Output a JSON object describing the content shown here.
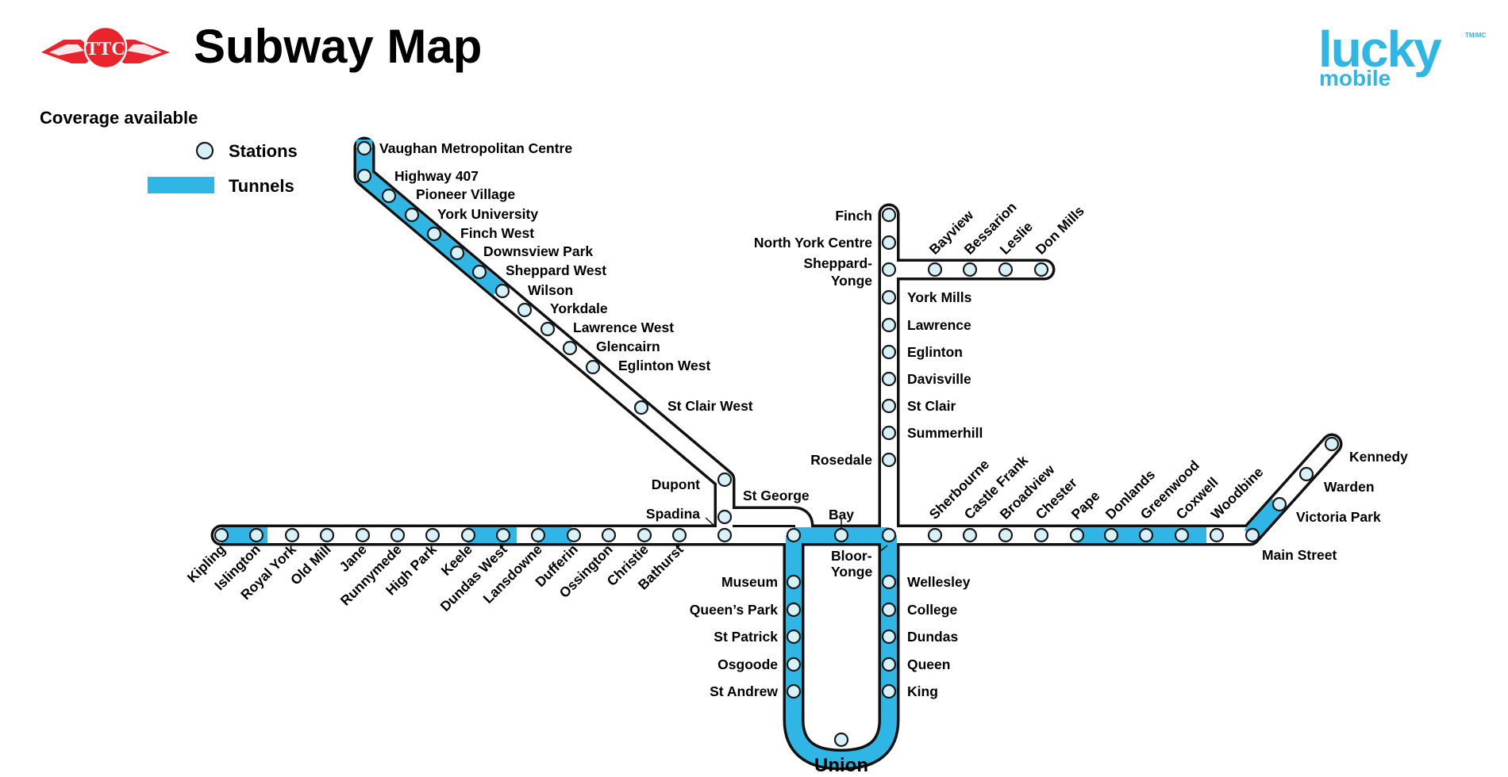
{
  "header": {
    "title": "Subway Map",
    "brand_name": "lucky",
    "brand_sub": "mobile",
    "brand_mark": "TM/MC",
    "ttc_logo": "TTC"
  },
  "legend": {
    "heading": "Coverage available",
    "stations_label": "Stations",
    "tunnels_label": "Tunnels"
  },
  "colors": {
    "tunnel": "#2fb6e4",
    "outline": "#111111",
    "station_fill": "#d6f1f7",
    "ttc_red": "#e8252d",
    "brand": "#2fb6e4"
  },
  "stations": {
    "line1_west": [
      "Vaughan Metropolitan Centre",
      "Highway 407",
      "Pioneer Village",
      "York University",
      "Finch West",
      "Downsview Park",
      "Sheppard West",
      "Wilson",
      "Yorkdale",
      "Lawrence West",
      "Glencairn",
      "Eglinton West",
      "St Clair West",
      "Dupont",
      "Spadina",
      "St George"
    ],
    "line1_south": [
      "Museum",
      "Queen’s Park",
      "St Patrick",
      "Osgoode",
      "St Andrew",
      "Union",
      "King",
      "Queen",
      "Dundas",
      "College",
      "Wellesley",
      "Bloor-Yonge"
    ],
    "line1_north": [
      "Rosedale",
      "Summerhill",
      "St Clair",
      "Davisville",
      "Eglinton",
      "Lawrence",
      "York Mills",
      "Sheppard-Yonge",
      "North York Centre",
      "Finch"
    ],
    "line2": [
      "Kipling",
      "Islington",
      "Royal York",
      "Old Mill",
      "Jane",
      "Runnymede",
      "High Park",
      "Keele",
      "Dundas West",
      "Lansdowne",
      "Dufferin",
      "Ossington",
      "Christie",
      "Bathurst",
      "Bay",
      "Sherbourne",
      "Castle Frank",
      "Broadview",
      "Chester",
      "Pape",
      "Donlands",
      "Greenwood",
      "Coxwell",
      "Woodbine",
      "Main Street"
    ],
    "line3": [
      "Victoria Park",
      "Warden",
      "Kennedy"
    ],
    "line4": [
      "Bayview",
      "Bessarion",
      "Leslie",
      "Don Mills"
    ]
  }
}
